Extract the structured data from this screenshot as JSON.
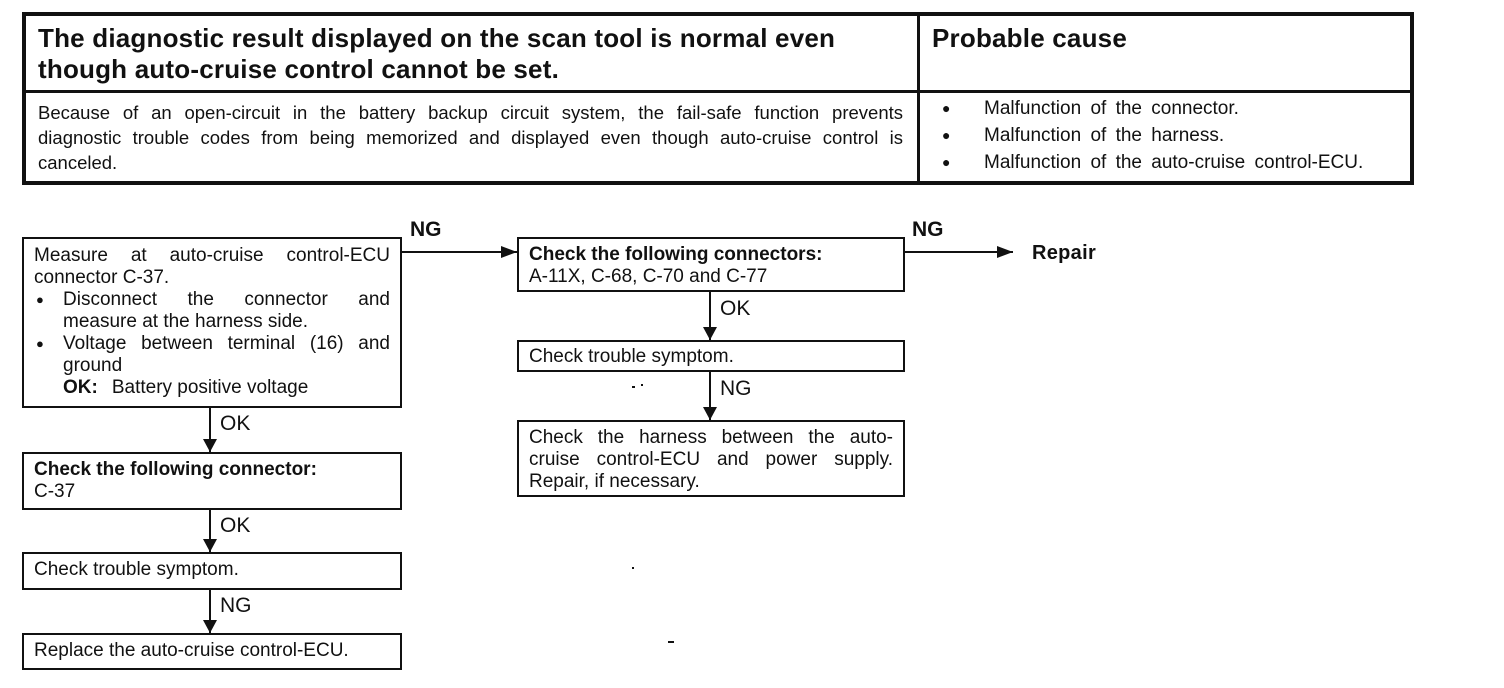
{
  "colors": {
    "ink": "#111111",
    "paper": "#ffffff"
  },
  "bullet_char": "●",
  "info_table": {
    "problem": "The diagnostic result displayed on the scan tool is normal even though auto-cruise control cannot be set.",
    "probable_cause_header": "Probable cause",
    "description": "Because of an open-circuit in the battery backup circuit system, the fail-safe function prevents diagnostic trouble codes from being memorized and displayed even though auto-cruise control is canceled.",
    "causes": [
      "Malfunction of the connector.",
      "Malfunction of the harness.",
      "Malfunction of the auto-cruise control-ECU."
    ]
  },
  "flowchart": {
    "labels": {
      "ok": "OK",
      "ng": "NG"
    },
    "step1": {
      "intro": "Measure at auto-cruise control-ECU connector C-37.",
      "bullets": [
        "Disconnect the connector and measure at the harness side.",
        "Voltage between terminal (16) and ground"
      ],
      "ok_label": "OK:",
      "ok_value": "Battery positive voltage"
    },
    "step2": {
      "title": "Check the following connector:",
      "value": "C-37"
    },
    "step3": "Check trouble symptom.",
    "step4": "Replace the auto-cruise control-ECU.",
    "branch1": {
      "title": "Check the following connectors:",
      "value": "A-11X, C-68, C-70 and C-77"
    },
    "branch2": "Check trouble symptom.",
    "branch3": "Check the harness between the auto-cruise control-ECU and power supply. Repair, if necessary.",
    "repair": "Repair"
  }
}
